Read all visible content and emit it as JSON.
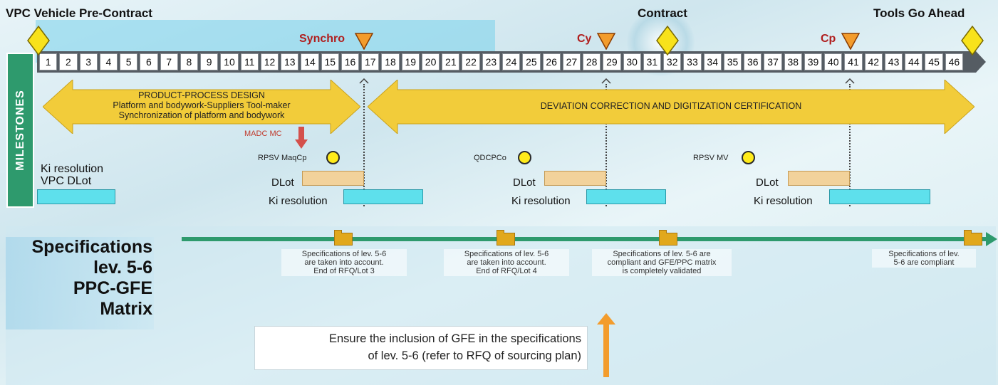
{
  "headers": {
    "left": "VPC Vehicle Pre-Contract",
    "contract": "Contract",
    "right": "Tools Go Ahead"
  },
  "sidebar_label": "MILESTONES",
  "numbers": [
    "1",
    "2",
    "3",
    "4",
    "5",
    "6",
    "7",
    "8",
    "9",
    "10",
    "11",
    "12",
    "13",
    "14",
    "15",
    "16",
    "17",
    "18",
    "19",
    "20",
    "21",
    "22",
    "23",
    "24",
    "25",
    "26",
    "27",
    "28",
    "29",
    "30",
    "31",
    "32",
    "33",
    "34",
    "35",
    "36",
    "37",
    "38",
    "39",
    "40",
    "41",
    "42",
    "43",
    "44",
    "45",
    "46"
  ],
  "milestones": {
    "synchro": "Synchro",
    "cy": "Cy",
    "cp": "Cp"
  },
  "arrow_left": {
    "line1": "PRODUCT-PROCESS DESIGN",
    "line2": "Platform and bodywork-Suppliers Tool-maker",
    "line3": "Synchronization of platform and bodywork"
  },
  "arrow_right": "DEVIATION CORRECTION AND DIGITIZATION CERTIFICATION",
  "madc": "MADC MC",
  "ki_left": {
    "line1": "Ki resolution",
    "line2": "VPC DLot"
  },
  "groups": [
    {
      "tag": "RPSV MaqCp",
      "dlot": "DLot",
      "ki": "Ki resolution"
    },
    {
      "tag": "QDCPCo",
      "dlot": "DLot",
      "ki": "Ki resolution"
    },
    {
      "tag": "RPSV MV",
      "dlot": "DLot",
      "ki": "Ki resolution"
    }
  ],
  "spec_title": {
    "l1": "Specifications",
    "l2": "lev. 5-6",
    "l3": "PPC-GFE",
    "l4": "Matrix"
  },
  "spec_notes": [
    {
      "l1": "Specifications of lev. 5-6",
      "l2": "are taken into account.",
      "l3": "End of RFQ/Lot 3"
    },
    {
      "l1": "Specifications of lev. 5-6",
      "l2": "are taken into account.",
      "l3": "End of RFQ/Lot 4"
    },
    {
      "l1": "Specifications of lev. 5-6 are",
      "l2": "compliant and GFE/PPC matrix",
      "l3": "is completely validated"
    },
    {
      "l1": "Specifications of lev.",
      "l2": "5-6 are compliant"
    }
  ],
  "callout": {
    "l1": "Ensure the inclusion of GFE in the specifications",
    "l2": "of lev. 5-6 (refer to RFQ of sourcing plan)"
  },
  "colors": {
    "bar": "#555c63",
    "arrow": "#f2cc3a",
    "green": "#2e9a6d",
    "diamond": "#f8e21b",
    "triangle": "#f39c2c"
  }
}
